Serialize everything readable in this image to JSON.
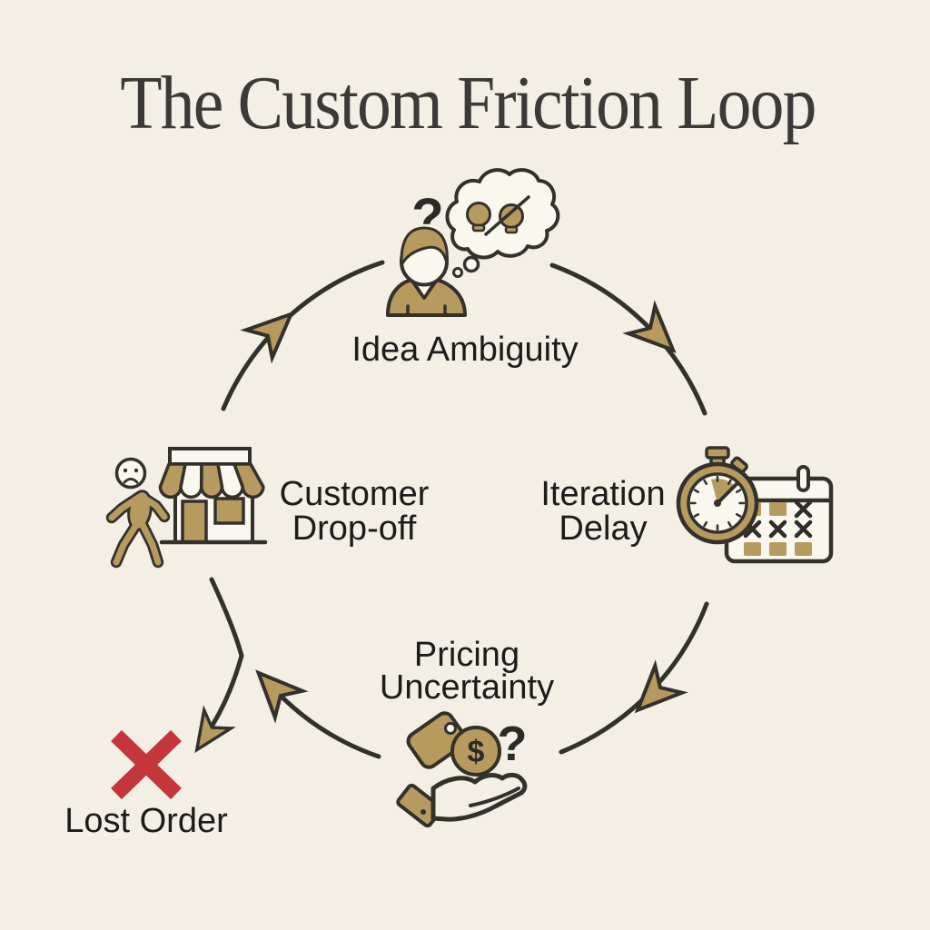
{
  "title": "The Custom Friction Loop",
  "loop": {
    "direction": "clockwise",
    "stages": [
      {
        "name": "idea-ambiguity",
        "label": "Idea Ambiguity",
        "icons": [
          "confused-person-icon",
          "question-mark-icon",
          "thought-bubble-icon",
          "lightbulb-icon",
          "crossed-lightbulb-icon"
        ]
      },
      {
        "name": "iteration-delay",
        "label_line1": "Iteration",
        "label_line2": "Delay",
        "icons": [
          "stopwatch-icon",
          "calendar-icon",
          "calendar-x-marks"
        ]
      },
      {
        "name": "pricing-uncertainty",
        "label_line1": "Pricing",
        "label_line2": "Uncertainty",
        "icons": [
          "price-tag-icon",
          "dollar-coin-icon",
          "question-mark-icon",
          "open-hand-icon"
        ]
      },
      {
        "name": "customer-drop-off",
        "label_line1": "Customer",
        "label_line2": "Drop-off",
        "icons": [
          "storefront-icon",
          "walking-away-person-icon",
          "sad-face-icon"
        ]
      }
    ],
    "exit": {
      "label": "Lost Order",
      "icon": "red-x-icon"
    }
  },
  "glyphs": {
    "question_mark": "?",
    "dollar_sign": "$"
  },
  "colors": {
    "background": "#f3efe4",
    "gold": "#b79a5e",
    "outline": "#33312b",
    "shape_fill": "#faf7ee",
    "label_text": "#1d1c1a",
    "title_text": "#3b3a36",
    "red_x": "#c5363c"
  }
}
